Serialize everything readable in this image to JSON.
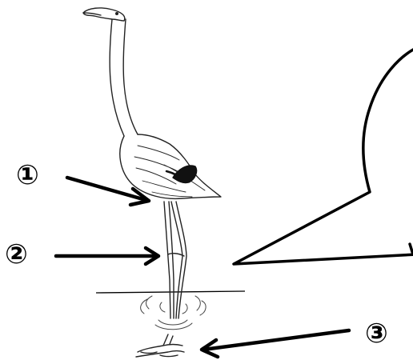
{
  "labels": {
    "one": "①",
    "two": "②",
    "three": "③"
  },
  "colors": {
    "ink": "#000000",
    "background": "#ffffff",
    "wing_patch": "#111111"
  },
  "icons": {
    "subject": "flamingo-illustration",
    "callout": "speech-bubble"
  }
}
